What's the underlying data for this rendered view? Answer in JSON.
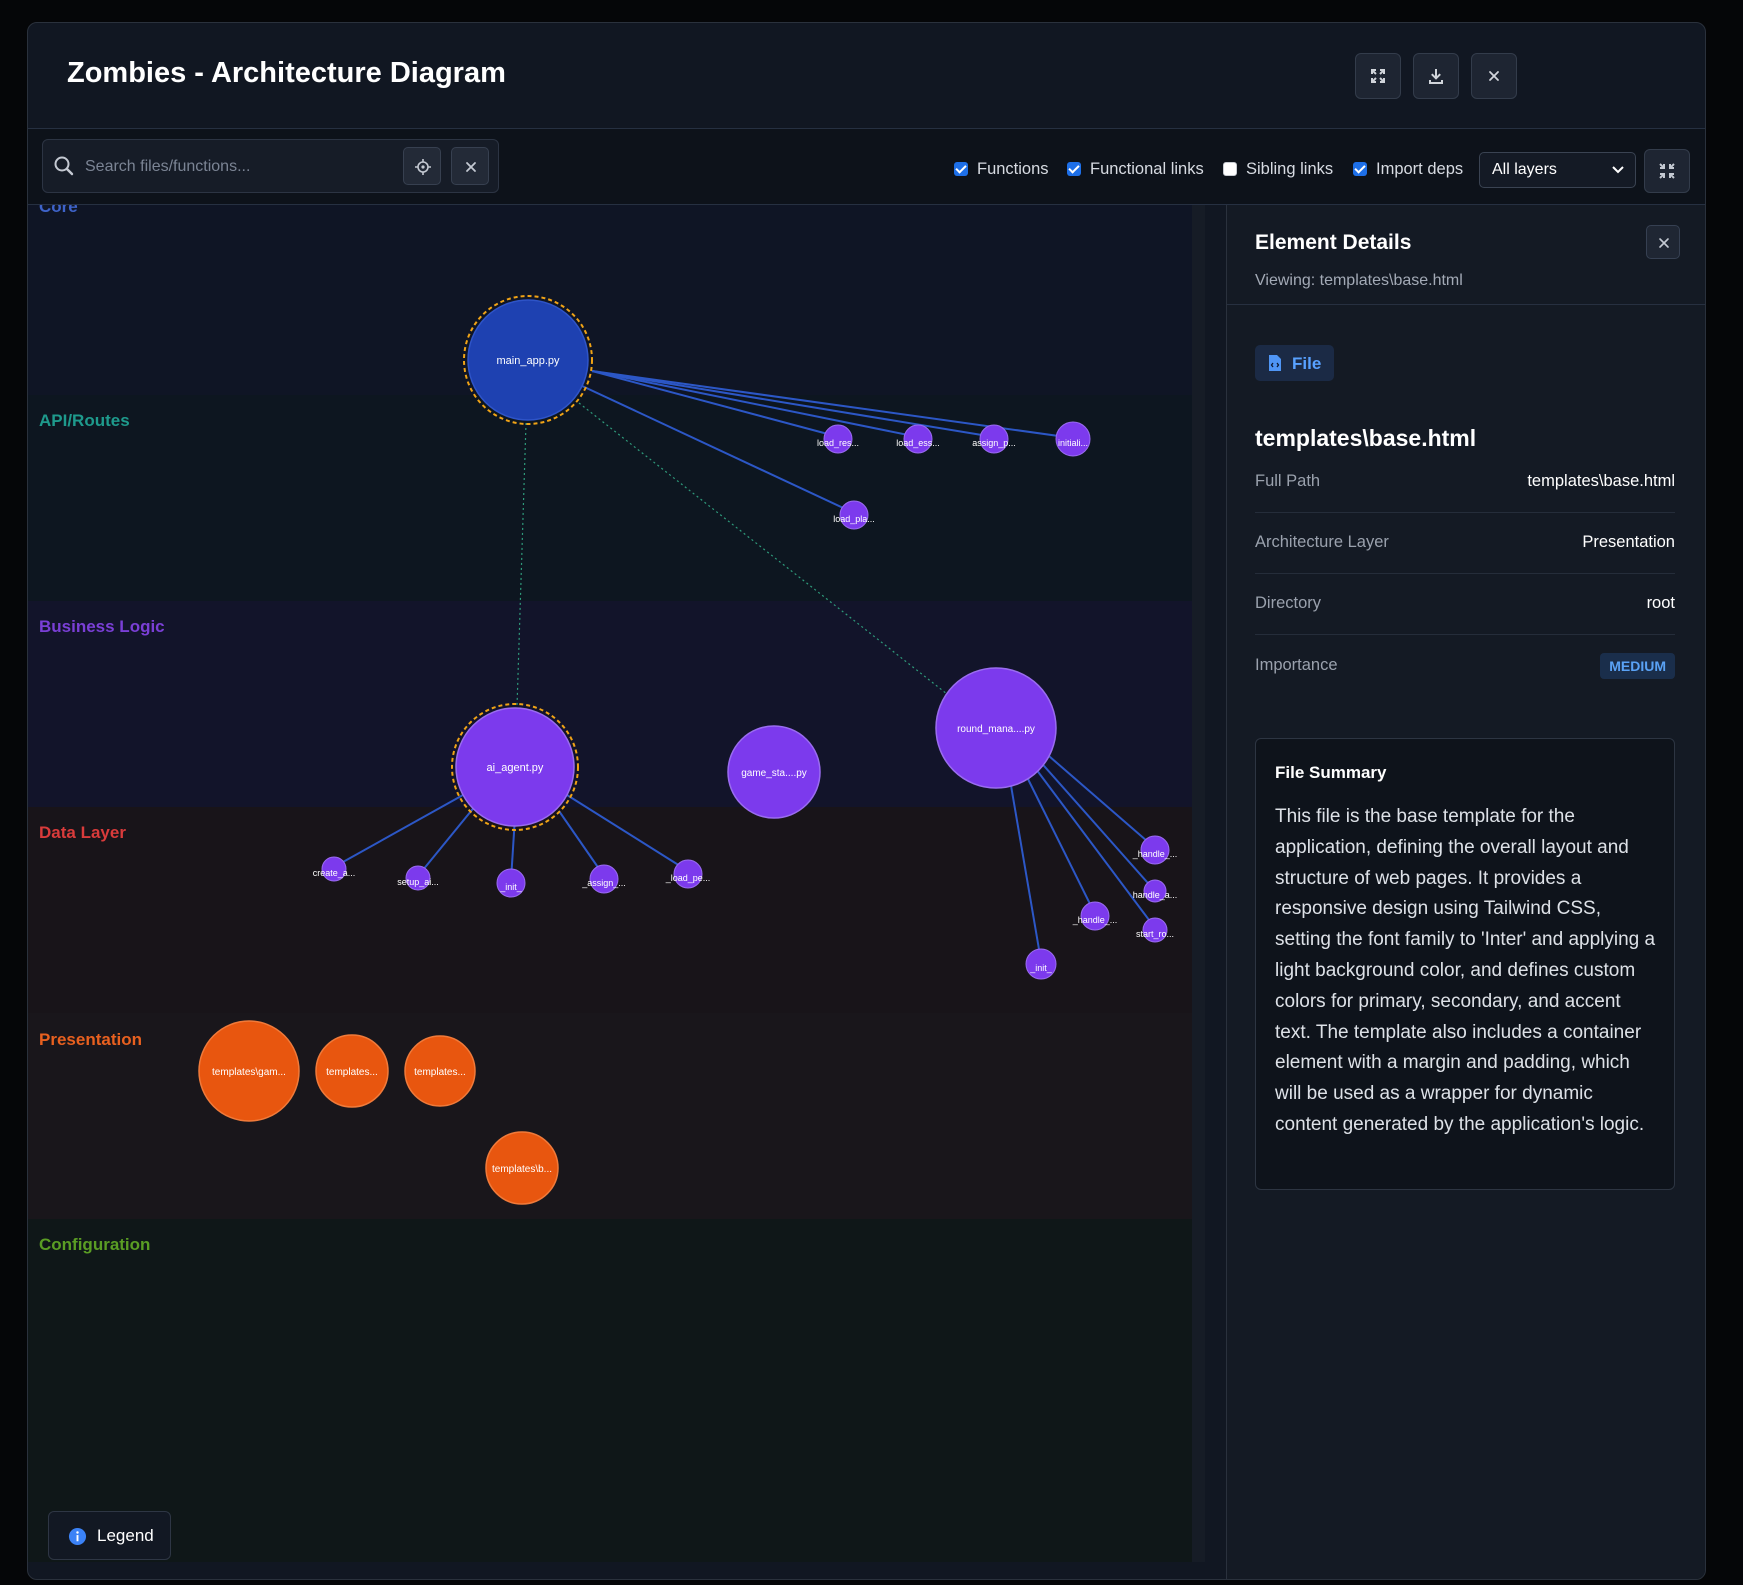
{
  "window": {
    "title": "Zombies - Architecture Diagram"
  },
  "header_actions": [
    {
      "name": "fullscreen-button",
      "icon": "expand-icon"
    },
    {
      "name": "download-button",
      "icon": "download-icon"
    },
    {
      "name": "close-button",
      "icon": "close-icon"
    }
  ],
  "toolbar": {
    "search_placeholder": "Search files/functions...",
    "filters": [
      {
        "label": "Functions",
        "checked": true
      },
      {
        "label": "Functional links",
        "checked": true
      },
      {
        "label": "Sibling links",
        "checked": false
      },
      {
        "label": "Import deps",
        "checked": true
      }
    ],
    "layer_select": "All layers"
  },
  "layers": [
    {
      "name": "Core",
      "color": "#3e63c9"
    },
    {
      "name": "API/Routes",
      "color": "#1e9a8c"
    },
    {
      "name": "Business Logic",
      "color": "#7a3fd6"
    },
    {
      "name": "Data Layer",
      "color": "#d93b3b"
    },
    {
      "name": "Presentation",
      "color": "#e8601f"
    },
    {
      "name": "Configuration",
      "color": "#5a9d24"
    }
  ],
  "nodes": {
    "main_app": "main_app.py",
    "load_res": "load_res...",
    "load_ess": "load_ess...",
    "assign_p": "assign_p...",
    "initiali": "initiali...",
    "load_pla": "load_pla...",
    "ai_agent": "ai_agent.py",
    "game_sta": "game_sta....py",
    "round_mana": "round_mana....py",
    "create_a": "create_a...",
    "setup_ai": "setup_ai...",
    "init_a": "_init_",
    "assign": "_assign_...",
    "load_pe": "_load_pe...",
    "handle_1": "_handle_...",
    "handle_a": "handle_a...",
    "handle_2": "_handle_...",
    "start_ro": "start_ro...",
    "init_b": "_init_",
    "tpl_gam": "templates\\gam...",
    "tpl_1": "templates...",
    "tpl_2": "templates...",
    "tpl_b": "templates\\b..."
  },
  "details": {
    "title": "Element Details",
    "viewing": "Viewing: templates\\base.html",
    "type": "File",
    "filename": "templates\\base.html",
    "rows": [
      {
        "key": "Full Path",
        "value": "templates\\base.html"
      },
      {
        "key": "Architecture Layer",
        "value": "Presentation"
      },
      {
        "key": "Directory",
        "value": "root"
      },
      {
        "key": "Importance",
        "value": "MEDIUM"
      }
    ],
    "summary_title": "File Summary",
    "summary_text": "This file is the base template for the application, defining the overall layout and structure of web pages. It provides a responsive design using Tailwind CSS, setting the font family to 'Inter' and applying a light background color, and defines custom colors for primary, secondary, and accent text. The template also includes a container element with a margin and padding, which will be used as a wrapper for dynamic content generated by the application's logic."
  },
  "legend": {
    "label": "Legend"
  }
}
